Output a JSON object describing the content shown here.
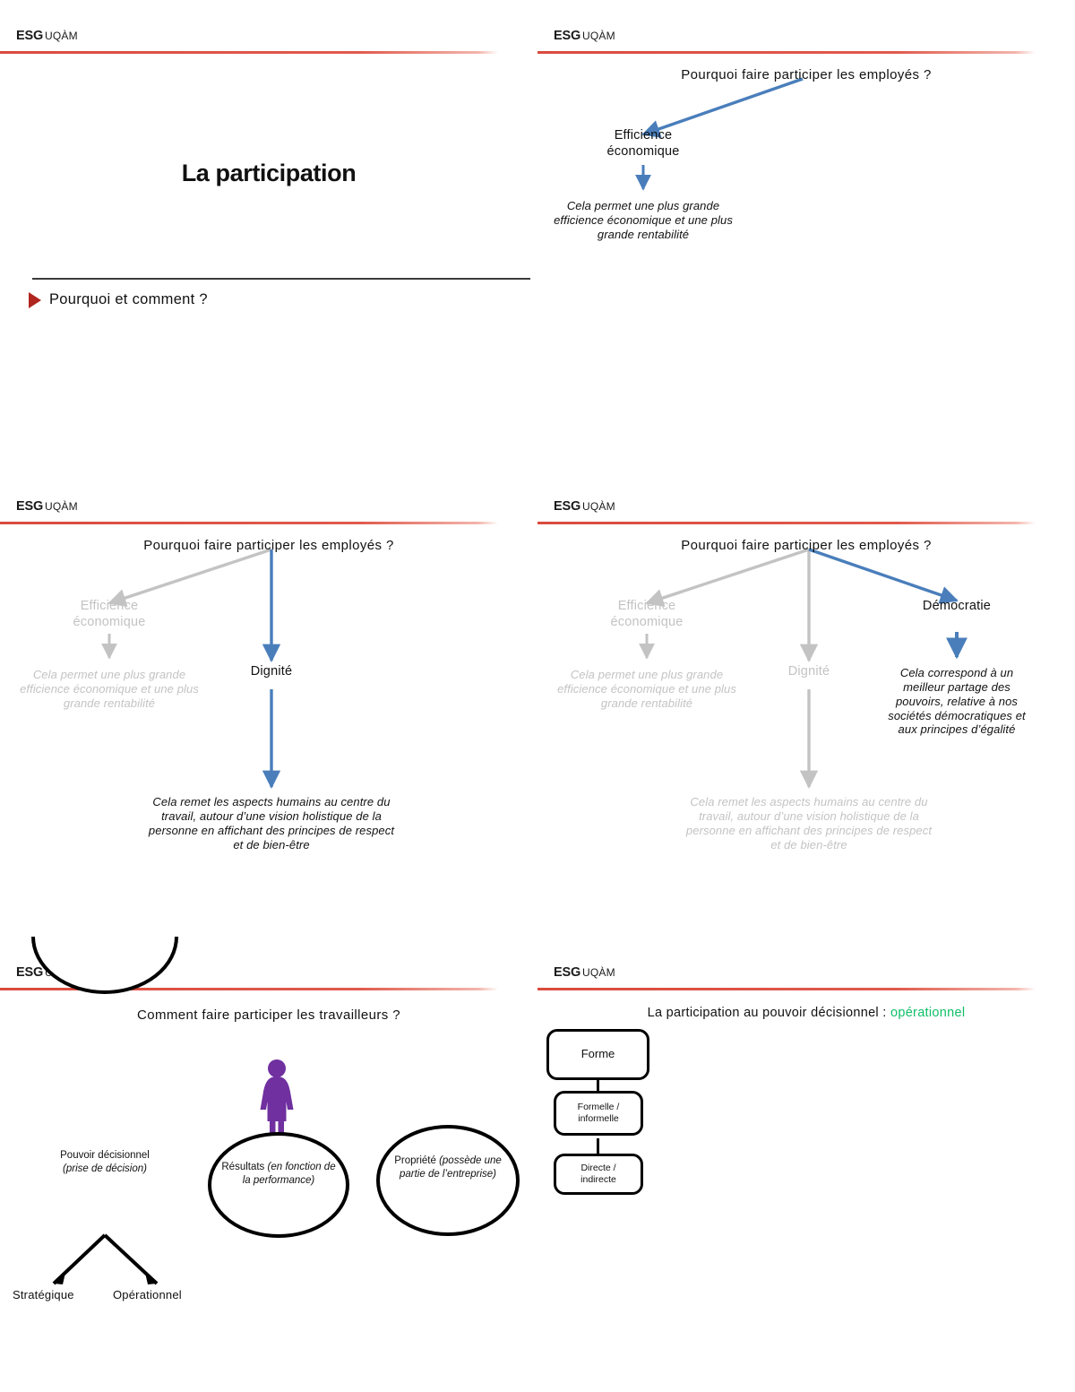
{
  "brand": {
    "logo_main": "ESG",
    "logo_sub": "UQÀM",
    "rule_color": "#d94b3e",
    "accent_blue": "#4a7ebb",
    "accent_grey": "#c3c3c3",
    "accent_green": "#0fbf68",
    "accent_purple": "#7030a0",
    "bullet_red": "#b0251e"
  },
  "slides": [
    {
      "id": "title-slide",
      "title": "La participation",
      "bullet": "Pourquoi et comment ?"
    },
    {
      "id": "why-efficience",
      "question": "Pourquoi faire participer les employés ?",
      "branch_efficience": "Efficience\néconomique",
      "desc_efficience": "Cela permet une plus grande efficience économique et une plus grande rentabilité"
    },
    {
      "id": "why-dignite",
      "question": "Pourquoi faire participer les employés ?",
      "branch_efficience": "Efficience\néconomique",
      "desc_efficience": "Cela permet une plus grande efficience économique et une plus grande rentabilité",
      "branch_dignite": "Dignité",
      "desc_dignite": "Cela remet les aspects humains au centre du travail, autour d’une vision holistique de la personne en affichant des principes de respect et de bien-être"
    },
    {
      "id": "why-democratie",
      "question": "Pourquoi faire participer les employés ?",
      "branch_efficience": "Efficience\néconomique",
      "desc_efficience": "Cela permet une plus grande efficience économique et une plus grande rentabilité",
      "branch_dignite": "Dignité",
      "desc_dignite": "Cela remet les aspects humains au centre du travail, autour d’une vision holistique de la personne en affichant des principes de respect et de bien-être",
      "branch_democratie": "Démocratie",
      "desc_democratie": "Cela correspond à un meilleur partage des pouvoirs, relative à nos sociétés démocratiques et aux principes d’égalité"
    },
    {
      "id": "how-participate",
      "question": "Comment faire participer les travailleurs ?",
      "person_icon": "person-figure-icon",
      "ellipses": [
        {
          "head": "Pouvoir décisionnel",
          "sub": "(prise de décision)"
        },
        {
          "head": "Résultats",
          "sub": "(en fonction de la performance)"
        },
        {
          "head": "Propriété",
          "sub": "(possède une partie de l’entreprise)"
        }
      ],
      "leaf_left": "Stratégique",
      "leaf_right": "Opérationnel"
    },
    {
      "id": "operational-decision-power",
      "title_main": "La participation au pouvoir décisionnel :",
      "title_highlight": "opérationnel",
      "boxes": [
        "Forme",
        "Formelle /\ninformelle",
        "Directe /\nindirecte"
      ]
    }
  ]
}
